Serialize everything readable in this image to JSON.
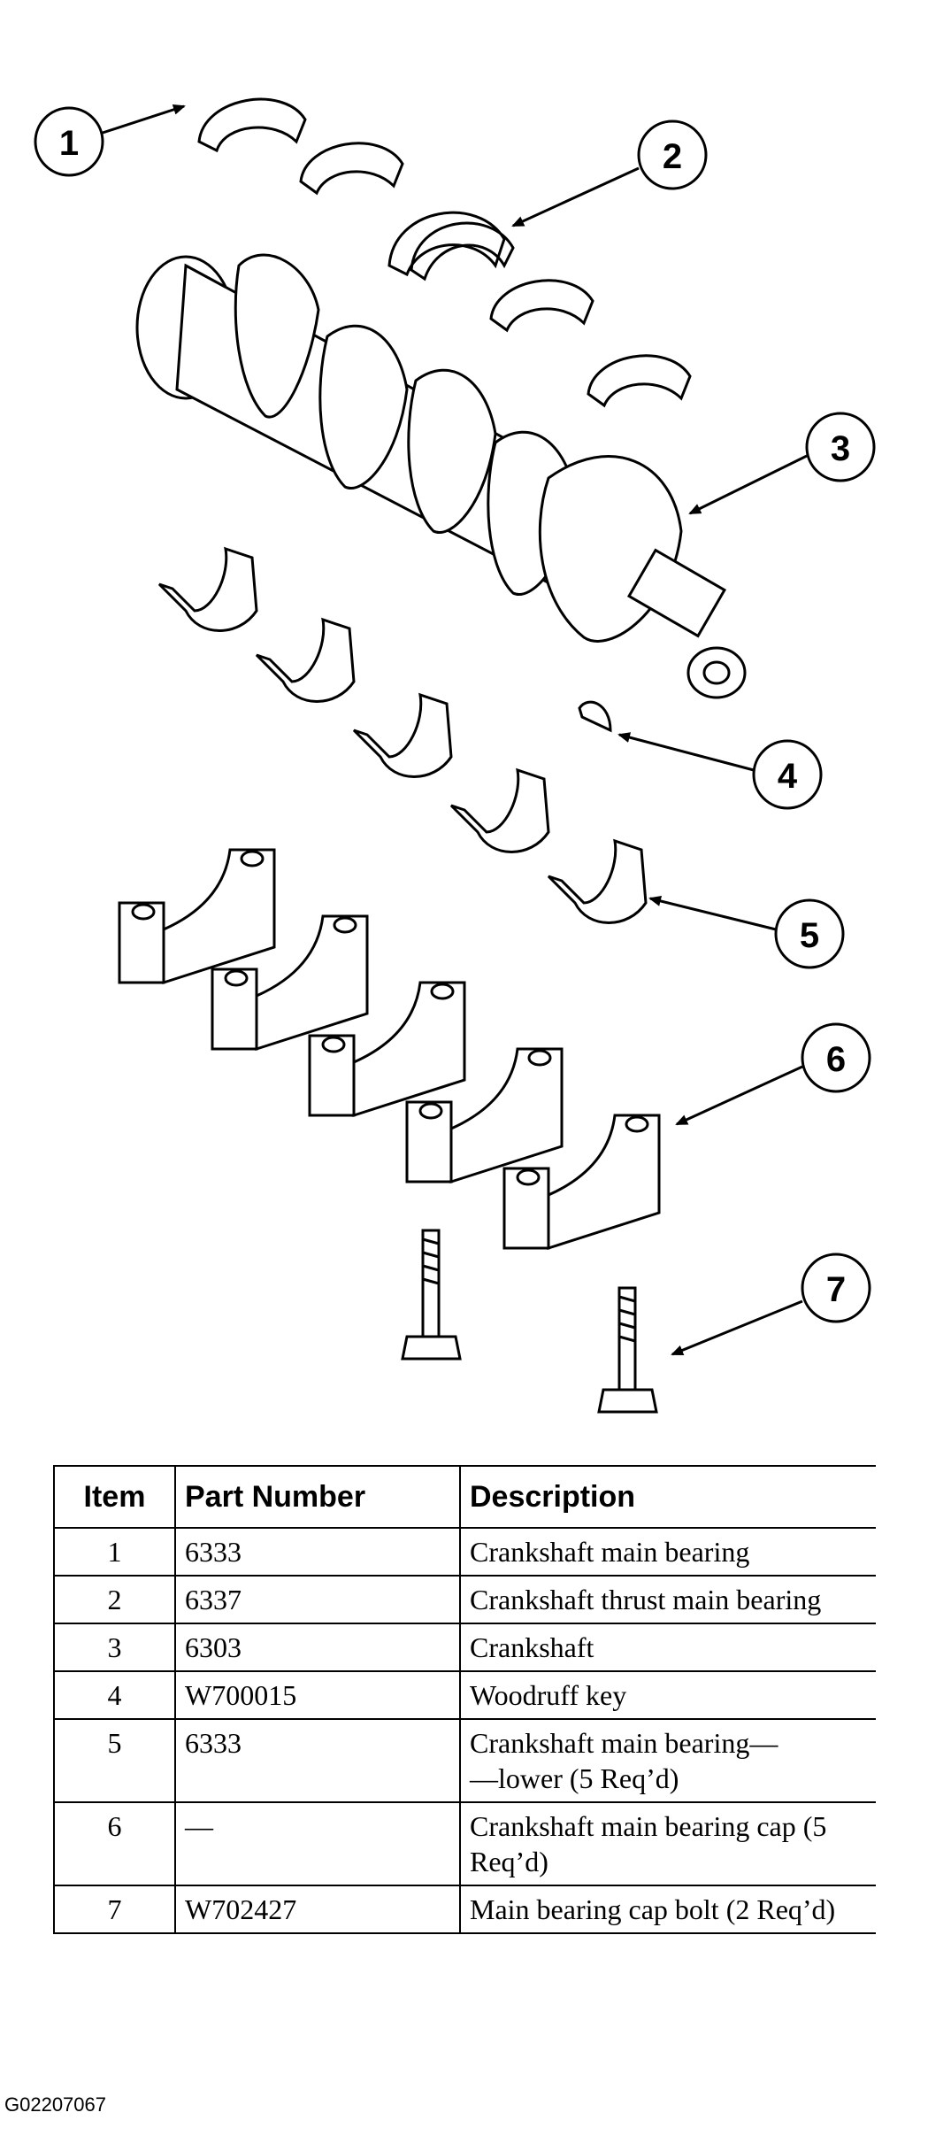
{
  "callouts": [
    "1",
    "2",
    "3",
    "4",
    "5",
    "6",
    "7"
  ],
  "table": {
    "headers": [
      "Item",
      "Part Number",
      "Description"
    ],
    "rows": [
      {
        "item": "1",
        "part": "6333",
        "desc": "Crankshaft main bearing"
      },
      {
        "item": "2",
        "part": "6337",
        "desc": "Crankshaft thrust main bearing"
      },
      {
        "item": "3",
        "part": "6303",
        "desc": "Crankshaft"
      },
      {
        "item": "4",
        "part": "W700015",
        "desc": "Woodruff key"
      },
      {
        "item": "5",
        "part": "6333",
        "desc": "Crankshaft main bearing—\n—lower (5 Req’d)"
      },
      {
        "item": "6",
        "part": "—",
        "desc": "Crankshaft main bearing cap (5 Req’d)"
      },
      {
        "item": "7",
        "part": "W702427",
        "desc": "Main bearing cap bolt (2 Req’d)"
      }
    ]
  },
  "figure_code": "G02207067"
}
